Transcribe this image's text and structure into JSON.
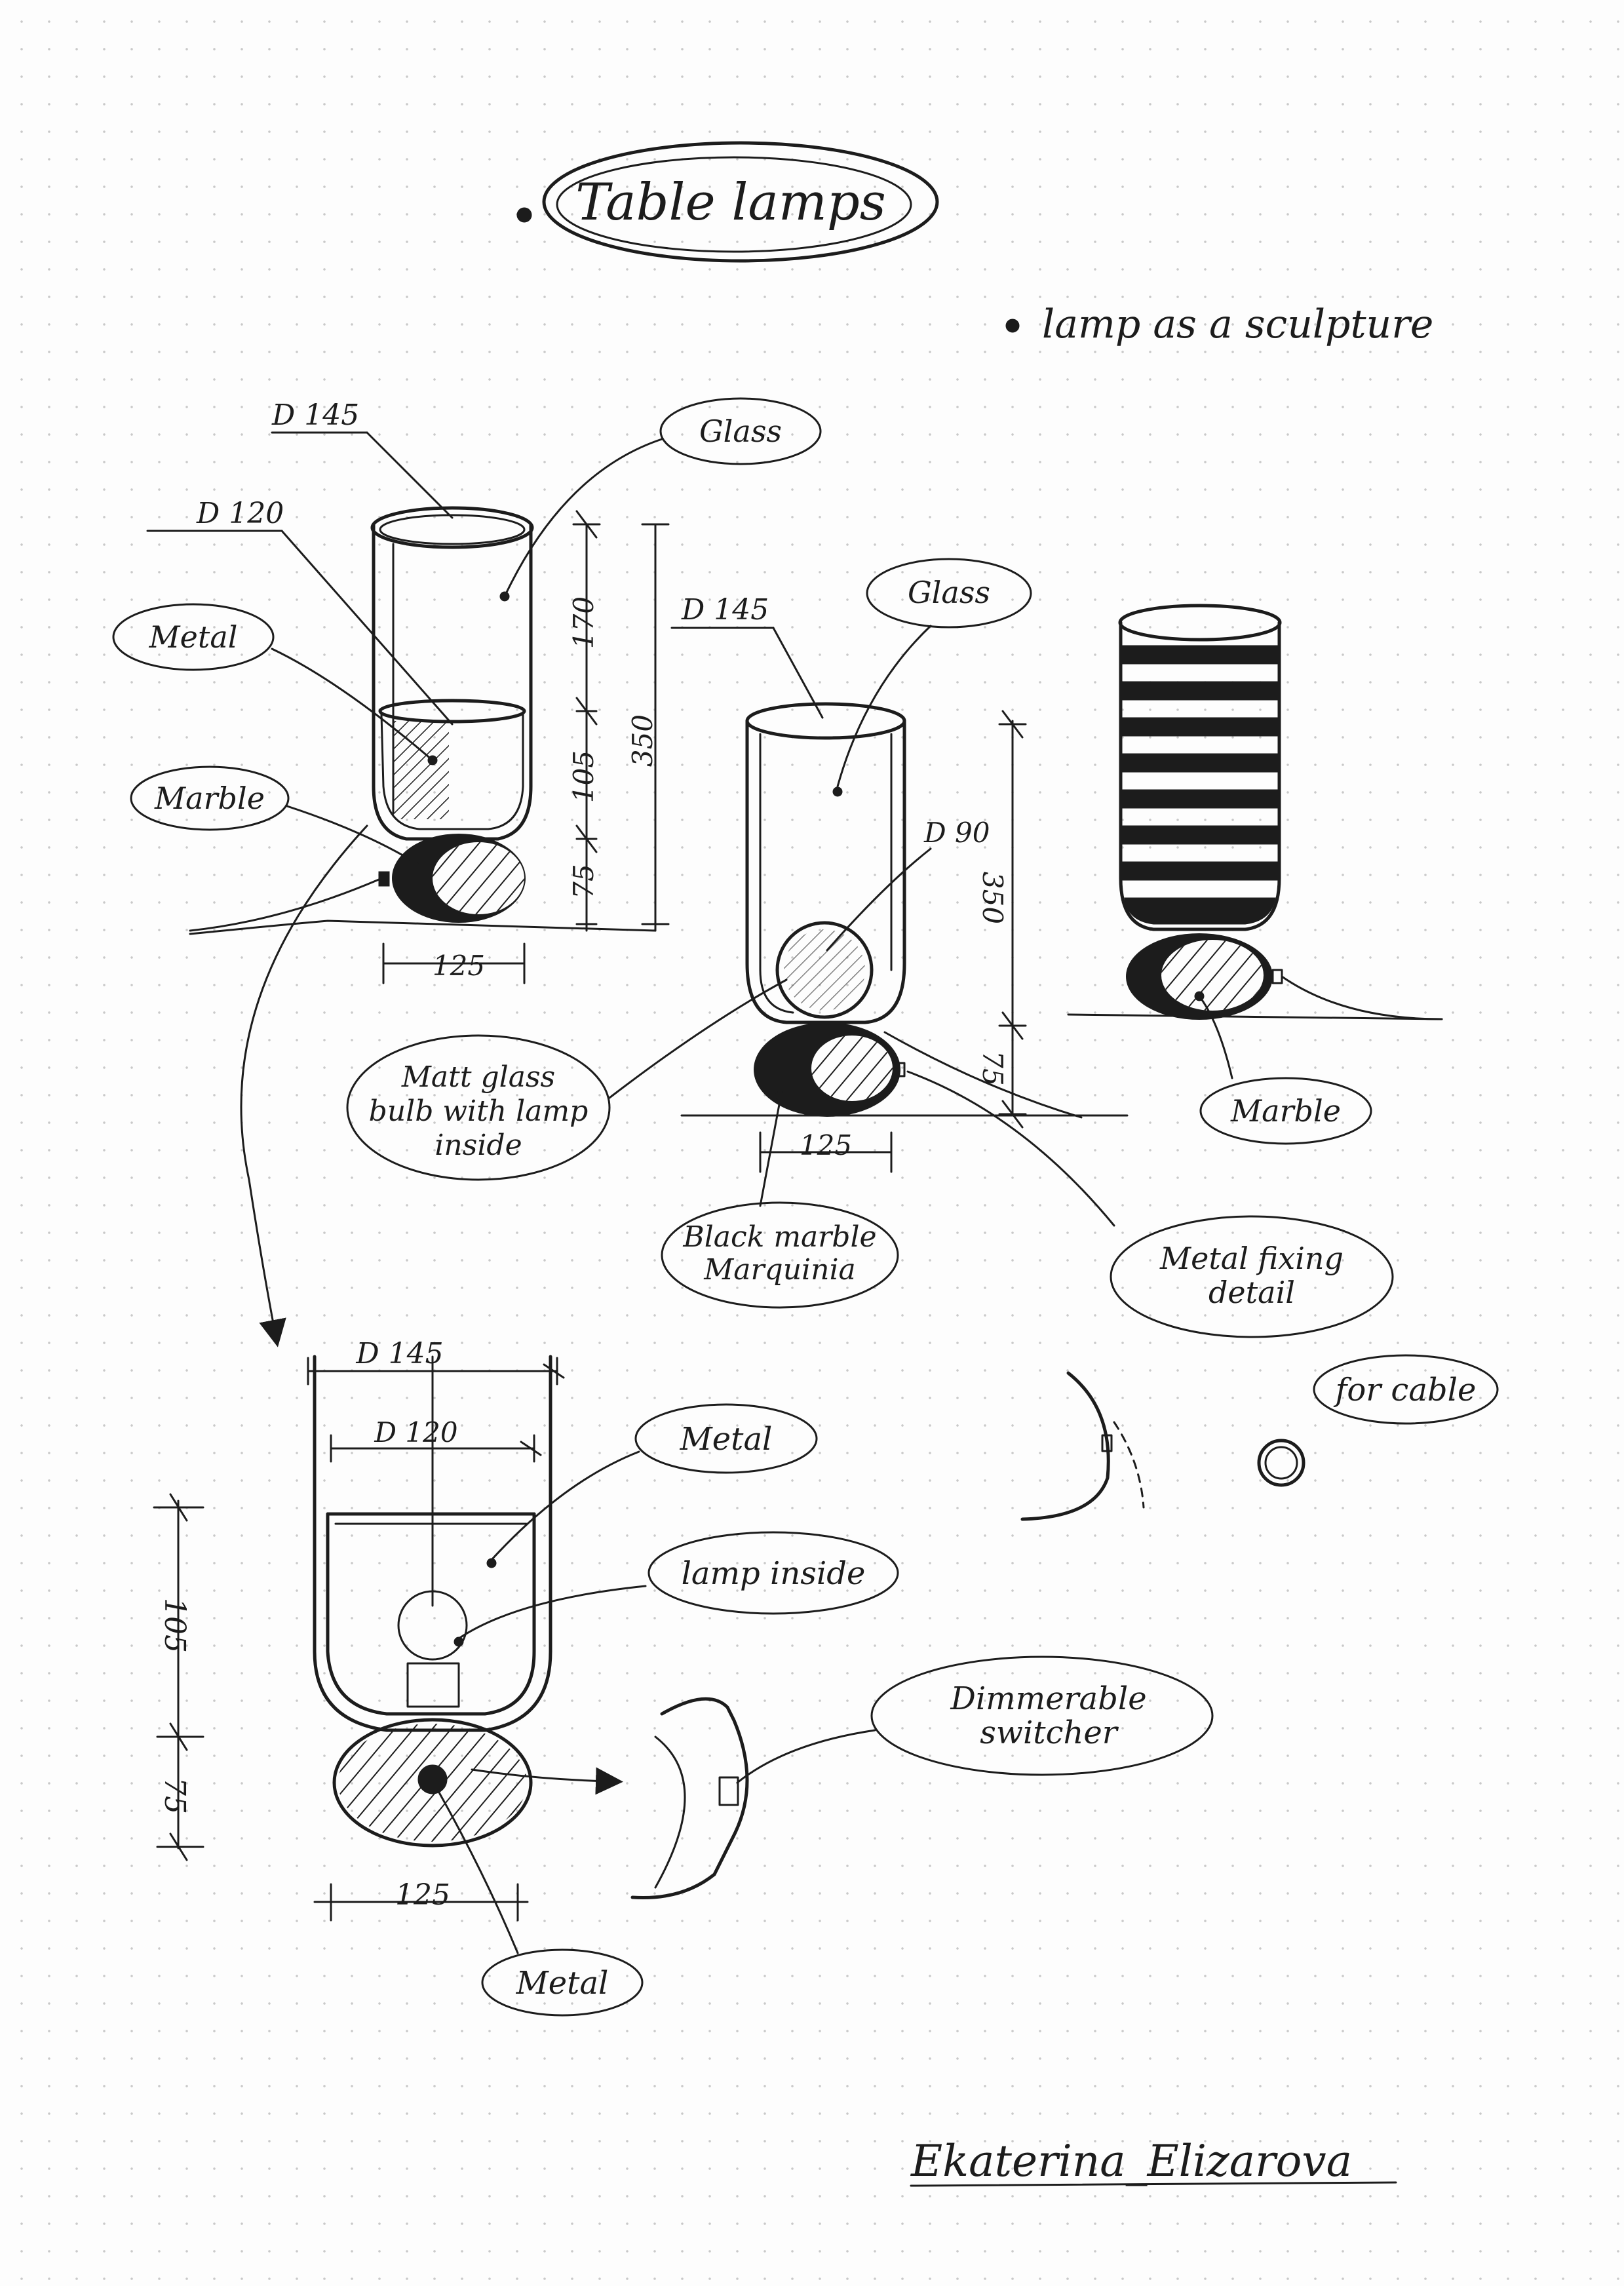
{
  "title": "Table lamps",
  "subtitle": "lamp as a sculpture",
  "signature": "Ekaterina_Elizarova",
  "lamp1": {
    "dims": {
      "d_top": "D 145",
      "d_inner": "D 120",
      "h1": "170",
      "h2": "105",
      "h3": "75",
      "h_total": "350",
      "width": "125"
    },
    "labels": {
      "glass": "Glass",
      "metal": "Metal",
      "marble": "Marble"
    }
  },
  "lamp2": {
    "dims": {
      "d_top": "D 145",
      "d_bulb": "D 90",
      "h_total": "350",
      "h_base": "75",
      "width": "125"
    },
    "labels": {
      "glass": "Glass",
      "bulb": "Matt glass bulb with lamp inside",
      "base": "Black marble Marquinia",
      "fixing": "Metal fixing detail"
    }
  },
  "lamp3": {
    "labels": {
      "marble": "Marble"
    }
  },
  "detail": {
    "dims": {
      "d_outer": "D 145",
      "d_inner": "D 120",
      "h1": "105",
      "h2": "75",
      "width": "125"
    },
    "labels": {
      "metal_top": "Metal",
      "lamp": "lamp inside",
      "switch": "Dimmerable switcher",
      "metal_bottom": "Metal",
      "cable": "for cable"
    }
  }
}
